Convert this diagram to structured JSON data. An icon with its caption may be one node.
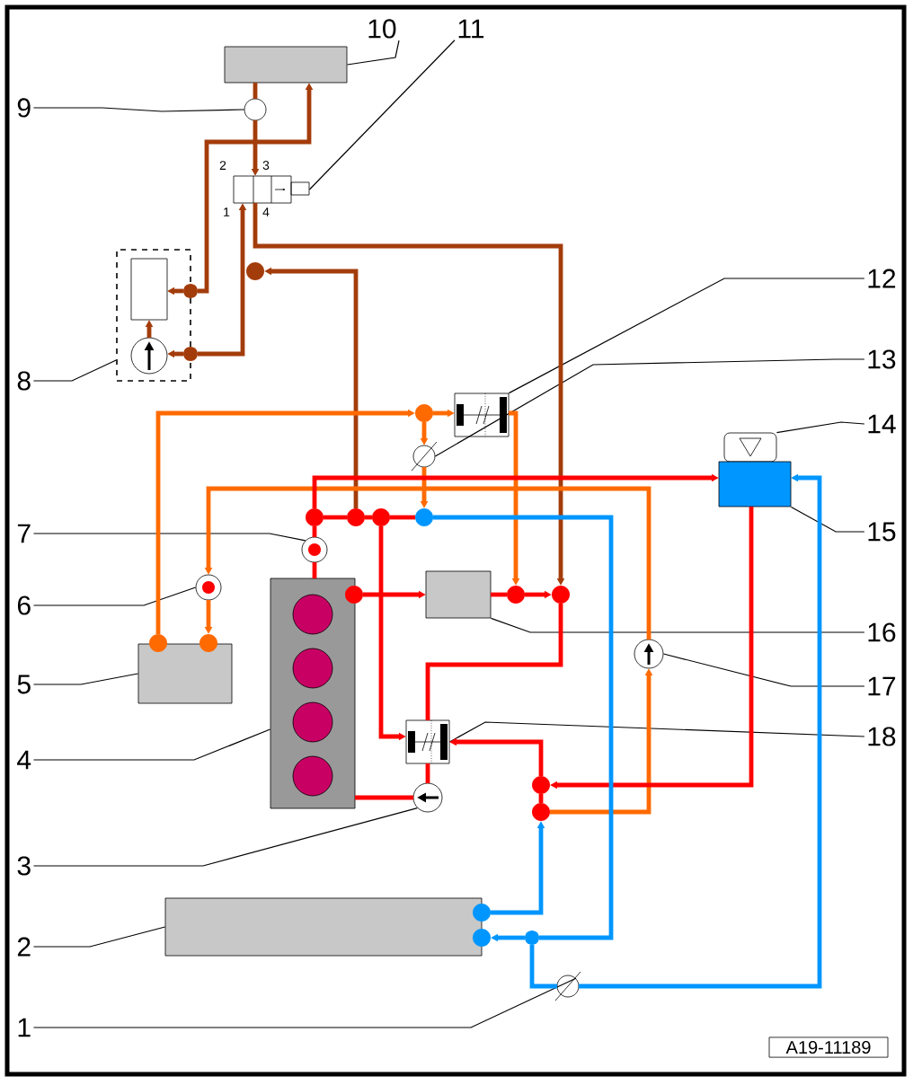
{
  "diagram": {
    "nodes": [
      {
        "text": [
          "1"
        ]
      },
      {
        "text": [
          "2"
        ]
      },
      {
        "text": [
          "3"
        ]
      },
      {
        "text": [
          "4"
        ]
      },
      {
        "text": [
          "5"
        ]
      },
      {
        "text": [
          "6"
        ]
      },
      {
        "text": [
          "7"
        ]
      },
      {
        "text": [
          "8"
        ]
      },
      {
        "text": [
          "9"
        ]
      },
      {
        "text": [
          "10"
        ]
      },
      {
        "text": [
          "11"
        ]
      },
      {
        "text": [
          "12"
        ]
      },
      {
        "text": [
          "13"
        ]
      },
      {
        "text": [
          "14"
        ]
      },
      {
        "text": [
          "15"
        ]
      },
      {
        "text": [
          "16"
        ]
      },
      {
        "text": [
          "17"
        ]
      },
      {
        "text": [
          "18"
        ]
      },
      {
        "text": [],
        "shape": "valve"
      },
      {
        "text": [],
        "shape": "box"
      },
      {
        "text": [],
        "shape": "pump"
      },
      {
        "text": [],
        "shape": "engine"
      },
      {
        "text": [],
        "shape": "box"
      },
      {
        "text": [],
        "shape": "circle"
      },
      {
        "text": [],
        "shape": "circle"
      },
      {
        "text": [],
        "shape": "box"
      },
      {
        "text": [],
        "shape": "box",
        "in": 25
      },
      {
        "text": [],
        "shape": "pump",
        "in": 25
      },
      {
        "text": [],
        "shape": "circle"
      },
      {
        "text": [],
        "shape": "box"
      },
      {
        "text": [],
        "shape": "box",
        "beside": [
          "2",
          "3",
          "1",
          "4"
        ]
      },
      {
        "text": [],
        "shape": "box"
      },
      {
        "text": [],
        "shape": "valve"
      },
      {
        "text": [],
        "shape": "box"
      },
      {
        "text": [],
        "shape": "box"
      },
      {
        "text": [],
        "shape": "box"
      },
      {
        "text": [],
        "shape": "pump"
      },
      {
        "text": [],
        "shape": "box"
      },
      {
        "text": [],
        "shape": "circle"
      },
      {
        "text": [],
        "shape": "circle"
      },
      {
        "text": [],
        "shape": "circle"
      },
      {
        "text": [],
        "shape": "circle"
      },
      {
        "text": [],
        "shape": "circle"
      },
      {
        "text": [],
        "shape": "circle"
      },
      {
        "text": [],
        "shape": "circle"
      },
      {
        "text": [],
        "shape": "circle"
      },
      {
        "text": [],
        "shape": "circle"
      },
      {
        "text": [],
        "shape": "circle"
      },
      {
        "text": [],
        "shape": "circle"
      },
      {
        "text": [],
        "shape": "circle"
      },
      {
        "text": [],
        "shape": "circle"
      },
      {
        "text": [],
        "shape": "circle"
      },
      {
        "text": [],
        "shape": "circle"
      },
      {
        "text": [],
        "shape": "circle"
      },
      {
        "text": [],
        "shape": "circle"
      },
      {
        "text": [],
        "shape": "circle"
      }
    ],
    "edges": [
      {
        "from": 0,
        "to": 18,
        "arrow": "none"
      },
      {
        "from": 1,
        "to": 19,
        "arrow": "none"
      },
      {
        "from": 2,
        "to": 20,
        "arrow": "none"
      },
      {
        "from": 3,
        "to": 21,
        "arrow": "none"
      },
      {
        "from": 4,
        "to": 22,
        "arrow": "none"
      },
      {
        "from": 5,
        "to": 23,
        "arrow": "none"
      },
      {
        "from": 6,
        "to": 24,
        "arrow": "none"
      },
      {
        "from": 7,
        "to": 25,
        "arrow": "none"
      },
      {
        "from": 8,
        "to": 28,
        "arrow": "none"
      },
      {
        "from": 9,
        "to": 29,
        "arrow": "none"
      },
      {
        "from": 10,
        "to": 30,
        "arrow": "none"
      },
      {
        "from": 11,
        "to": 31,
        "arrow": "none"
      },
      {
        "from": 12,
        "to": 32,
        "arrow": "none"
      },
      {
        "from": 13,
        "to": 33,
        "arrow": "none"
      },
      {
        "from": 14,
        "to": 34,
        "arrow": "none"
      },
      {
        "from": 15,
        "to": 35,
        "arrow": "none"
      },
      {
        "from": 16,
        "to": 36,
        "arrow": "none"
      },
      {
        "from": 17,
        "to": 37,
        "arrow": "none"
      },
      {
        "from": 29,
        "to": 28,
        "arrow": "none",
        "color": "#a33c0b"
      },
      {
        "from": 28,
        "to": 30,
        "arrow": "to",
        "color": "#a33c0b"
      },
      {
        "from": 39,
        "to": 29,
        "arrow": "to",
        "color": "#a33c0b"
      },
      {
        "from": 39,
        "to": 26,
        "arrow": "to",
        "color": "#a33c0b"
      },
      {
        "from": 38,
        "to": 30,
        "arrow": "to",
        "color": "#a33c0b"
      },
      {
        "from": 38,
        "to": 40,
        "arrow": "none",
        "color": "#a33c0b"
      },
      {
        "from": 40,
        "to": 27,
        "arrow": "to",
        "color": "#a33c0b"
      },
      {
        "from": 27,
        "to": 26,
        "arrow": "to",
        "color": "#a33c0b"
      },
      {
        "from": 45,
        "to": 38,
        "arrow": "to",
        "color": "#a33c0b"
      },
      {
        "from": 30,
        "to": 50,
        "arrow": "to",
        "color": "#a33c0b"
      },
      {
        "from": 42,
        "to": 41,
        "arrow": "to",
        "color": "#ff6a00"
      },
      {
        "from": 41,
        "to": 31,
        "arrow": "to",
        "color": "#ff6a00"
      },
      {
        "from": 41,
        "to": 32,
        "arrow": "to",
        "color": "#ff6a00"
      },
      {
        "from": 32,
        "to": 47,
        "arrow": "to",
        "color": "#ff6a00"
      },
      {
        "from": 31,
        "to": 49,
        "arrow": "to",
        "color": "#ff6a00"
      },
      {
        "from": 52,
        "to": 36,
        "arrow": "to",
        "color": "#ff6a00"
      },
      {
        "from": 36,
        "to": 23,
        "arrow": "to",
        "color": "#ff6a00"
      },
      {
        "from": 23,
        "to": 43,
        "arrow": "to",
        "color": "#ff6a00"
      },
      {
        "from": 44,
        "to": 34,
        "arrow": "to",
        "color": "#ff0000"
      },
      {
        "from": 44,
        "to": 24,
        "arrow": "none",
        "color": "#ff0000"
      },
      {
        "from": 24,
        "to": 21,
        "arrow": "none",
        "color": "#ff0000"
      },
      {
        "from": 44,
        "to": 45,
        "arrow": "none",
        "color": "#ff0000"
      },
      {
        "from": 45,
        "to": 46,
        "arrow": "none",
        "color": "#ff0000"
      },
      {
        "from": 46,
        "to": 47,
        "arrow": "none",
        "color": "#ff0000"
      },
      {
        "from": 46,
        "to": 37,
        "arrow": "to",
        "color": "#ff0000"
      },
      {
        "from": 48,
        "to": 35,
        "arrow": "to",
        "color": "#ff0000"
      },
      {
        "from": 35,
        "to": 49,
        "arrow": "none",
        "color": "#ff0000"
      },
      {
        "from": 49,
        "to": 50,
        "arrow": "to",
        "color": "#ff0000"
      },
      {
        "from": 50,
        "to": 37,
        "arrow": "none",
        "color": "#ff0000"
      },
      {
        "from": 34,
        "to": 51,
        "arrow": "to",
        "color": "#ff0000"
      },
      {
        "from": 51,
        "to": 37,
        "arrow": "to",
        "color": "#ff0000"
      },
      {
        "from": 37,
        "to": 20,
        "arrow": "none",
        "color": "#ff0000"
      },
      {
        "from": 20,
        "to": 21,
        "arrow": "none",
        "color": "#ff0000"
      },
      {
        "from": 51,
        "to": 52,
        "arrow": "none",
        "color": "#ff0000"
      },
      {
        "from": 47,
        "to": 55,
        "arrow": "none",
        "color": "#0096ff"
      },
      {
        "from": 55,
        "to": 54,
        "arrow": "to",
        "color": "#0096ff"
      },
      {
        "from": 53,
        "to": 52,
        "arrow": "to",
        "color": "#0096ff"
      },
      {
        "from": 55,
        "to": 18,
        "arrow": "none",
        "color": "#0096ff"
      },
      {
        "from": 18,
        "to": 34,
        "arrow": "to",
        "color": "#0096ff"
      }
    ],
    "labels": [
      "A19-11189"
    ]
  }
}
